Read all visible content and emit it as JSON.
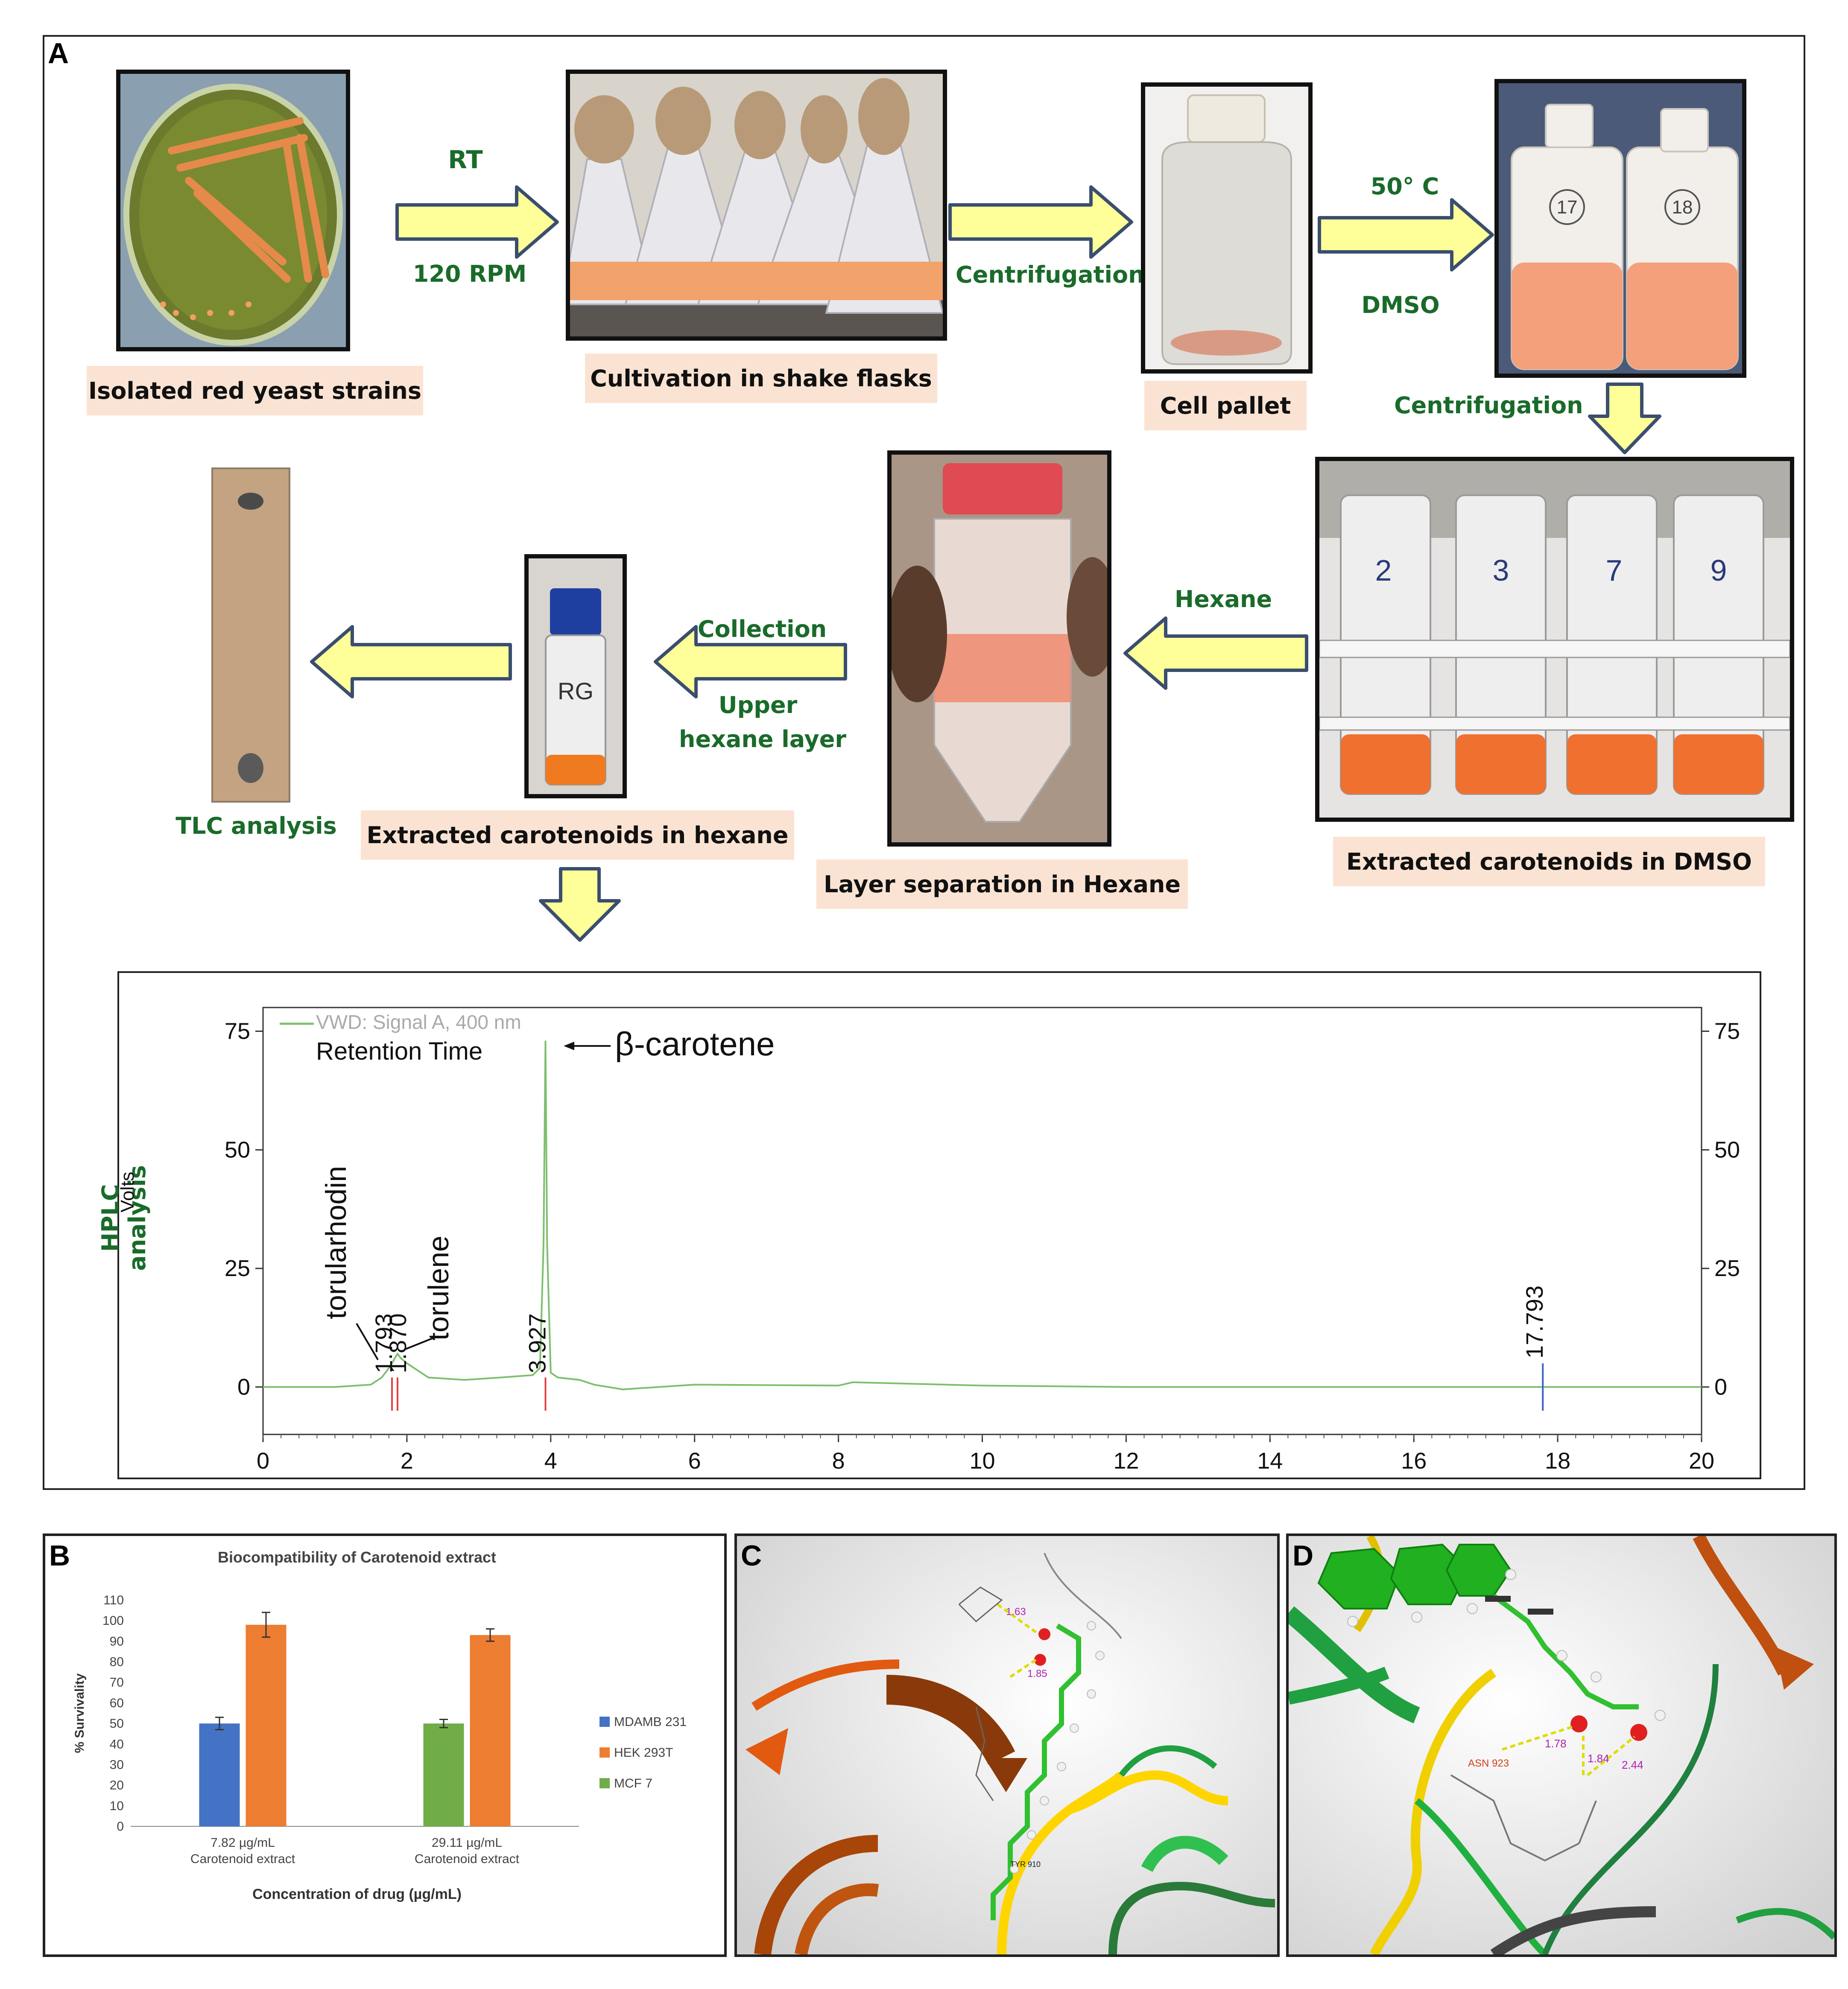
{
  "panel_a": {
    "letter": "A",
    "captions": {
      "isolated": "Isolated red yeast strains",
      "cultivation": "Cultivation in shake flasks",
      "cell_pallet": "Cell pallet",
      "dmso_extract": "Extracted carotenoids in DMSO",
      "layer_sep": "Layer separation in Hexane",
      "hexane_extract": "Extracted carotenoids  in hexane",
      "tlc": "TLC analysis",
      "hplc": "HPLC analysis"
    },
    "arrow_labels": {
      "rt": "RT",
      "rpm": "120 RPM",
      "centrifugation1": "Centrifugation",
      "temp": "50° C",
      "dmso": "DMSO",
      "centrifugation2": "Centrifugation",
      "hexane": "Hexane",
      "collection": "Collection",
      "upper": "Upper",
      "hexane_layer": "hexane layer"
    },
    "tube_numbers": [
      "2",
      "3",
      "7",
      "9"
    ],
    "flask_numbers": [
      "17",
      "18"
    ],
    "vial_label": "RG"
  },
  "hplc": {
    "legend": "VWD: Signal A, 400 nm",
    "subtitle": "Retention Time",
    "ylabel": "Volts",
    "annotations": {
      "beta": "β-carotene",
      "torularhodin": "torularhodin",
      "torulene": "torulene"
    },
    "peak_labels": [
      "1.793",
      "1.870",
      "3.927",
      "17.793"
    ]
  },
  "chart_data": [
    {
      "type": "line",
      "title": "",
      "xlabel": "",
      "ylabel": "Volts",
      "xlim": [
        0,
        20
      ],
      "ylim": [
        -10,
        80
      ],
      "x_ticks": [
        0,
        2,
        4,
        6,
        8,
        10,
        12,
        14,
        16,
        18,
        20
      ],
      "y_ticks": [
        0,
        25,
        50,
        75
      ],
      "series": [
        {
          "name": "VWD: Signal A, 400 nm",
          "color": "#7dbf6e",
          "x": [
            0,
            1.0,
            1.5,
            1.65,
            1.75,
            1.793,
            1.83,
            1.87,
            1.92,
            2.0,
            2.3,
            2.8,
            3.3,
            3.75,
            3.85,
            3.9,
            3.927,
            3.95,
            4.0,
            4.1,
            4.4,
            4.6,
            5.0,
            6.0,
            8.0,
            8.2,
            10.0,
            12.0,
            14.0,
            16.0,
            17.793,
            18.0,
            20.0
          ],
          "y": [
            0,
            0,
            0.5,
            2,
            4,
            5,
            6,
            7,
            6,
            5,
            2,
            1.5,
            2,
            2.5,
            4,
            30,
            73,
            30,
            3,
            2,
            1.5,
            0.5,
            -0.5,
            0.5,
            0.3,
            1,
            0.3,
            0,
            0,
            0,
            0,
            0,
            0
          ]
        }
      ],
      "peaks": [
        {
          "x": 1.793,
          "label": "1.793"
        },
        {
          "x": 1.87,
          "label": "1.870"
        },
        {
          "x": 3.927,
          "label": "3.927"
        },
        {
          "x": 17.793,
          "label": "17.793"
        }
      ]
    },
    {
      "type": "bar",
      "title": "Biocompatibility of Carotenoid extract",
      "xlabel": "Concentration of drug (µg/mL)",
      "ylabel": "% Survivality",
      "ylim": [
        0,
        110
      ],
      "y_ticks": [
        0,
        10,
        20,
        30,
        40,
        50,
        60,
        70,
        80,
        90,
        100,
        110
      ],
      "categories": [
        "7.82 µg/mL\nCarotenoid extract",
        "29.11 µg/mL\nCarotenoid extract"
      ],
      "category_lines": [
        [
          "7.82 µg/mL",
          "Carotenoid extract"
        ],
        [
          "29.11 µg/mL",
          "Carotenoid extract"
        ]
      ],
      "bars": [
        {
          "category": 0,
          "series": "MDAMB 231",
          "value": 50,
          "error": 3
        },
        {
          "category": 0,
          "series": "HEK 293T",
          "value": 98,
          "error": 6
        },
        {
          "category": 1,
          "series": "MCF 7",
          "value": 50,
          "error": 2
        },
        {
          "category": 1,
          "series": "HEK 293T",
          "value": 93,
          "error": 3
        }
      ],
      "legend": [
        {
          "name": "MDAMB 231",
          "color": "#4472c4"
        },
        {
          "name": "HEK 293T",
          "color": "#ed7d31"
        },
        {
          "name": "MCF 7",
          "color": "#70ad47"
        }
      ]
    }
  ],
  "panel_b": {
    "letter": "B"
  },
  "panel_c": {
    "letter": "C",
    "distances": [
      "1.63",
      "1.85"
    ],
    "residue": "TYR 910"
  },
  "panel_d": {
    "letter": "D",
    "distances": [
      "1.78",
      "1.84",
      "2.44"
    ],
    "residue": "ASN 923"
  },
  "colors": {
    "arrow_fill": "#ffff99",
    "arrow_stroke": "#3a4e6e",
    "caption_bg": "#fbe3d3",
    "label_green": "#1a6b2a"
  }
}
